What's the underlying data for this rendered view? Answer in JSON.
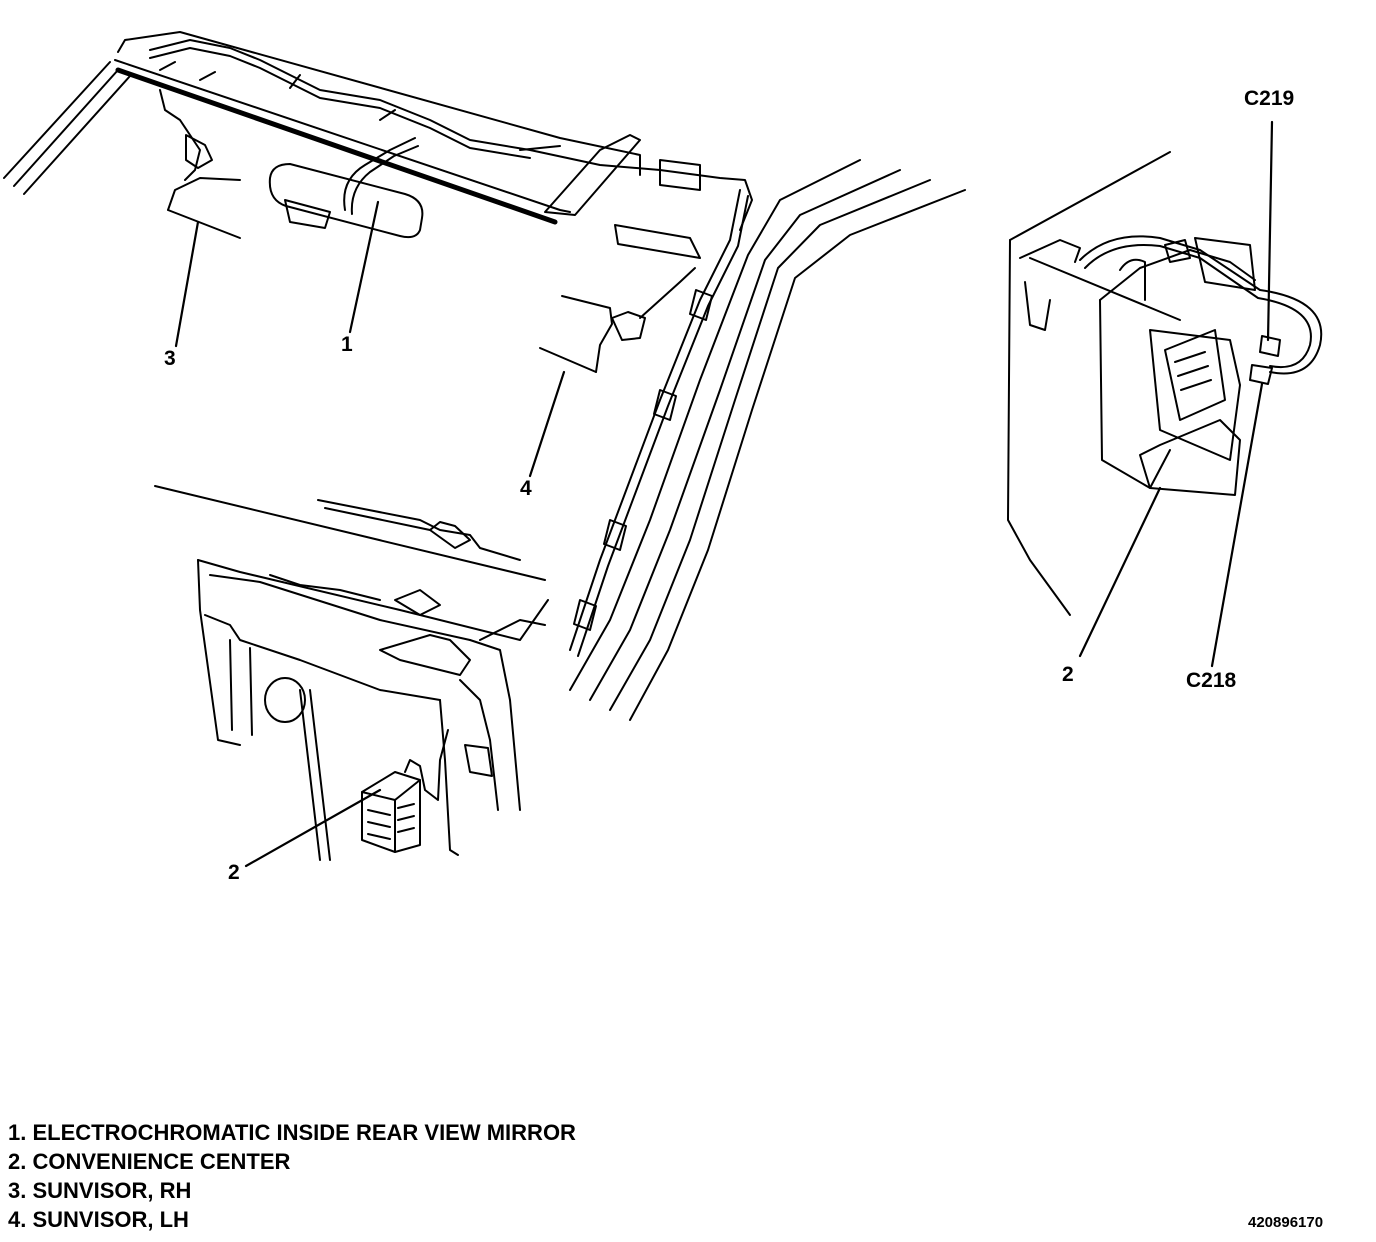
{
  "callouts": {
    "c1": "1",
    "c2_left": "2",
    "c3": "3",
    "c4": "4",
    "c2_right": "2",
    "c219": "C219",
    "c218": "C218"
  },
  "legend": [
    "1. ELECTROCHROMATIC INSIDE REAR VIEW MIRROR",
    "2. CONVENIENCE CENTER",
    "3. SUNVISOR, RH",
    "4. SUNVISOR, LH"
  ],
  "figure_id": "420896170",
  "colors": {
    "ink": "#000000",
    "paper": "#ffffff"
  }
}
